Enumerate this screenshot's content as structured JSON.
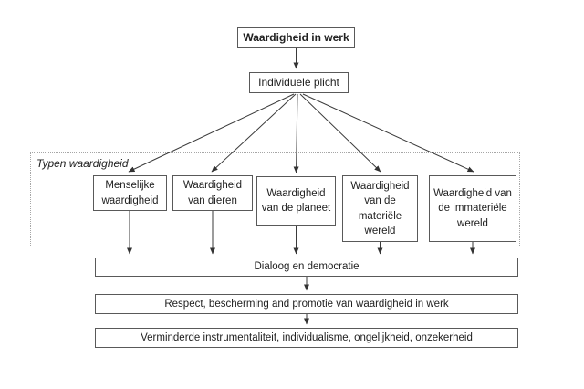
{
  "theme": {
    "background": "#ffffff",
    "box_border": "#595959",
    "group_border": "#a6a6a6",
    "arrow": "#3a3a3a",
    "text": "#212121"
  },
  "diagram": {
    "root_box": "Waardigheid in werk",
    "duty_box": "Individuele plicht",
    "group_label": "Typen waardigheid",
    "type_boxes": [
      "Menselijke waardigheid",
      "Waardigheid van dieren",
      "Waardigheid van de planeet",
      "Waardigheid van de materiële wereld",
      "Waardigheid van de immateriële wereld"
    ],
    "outcome_boxes": [
      "Dialoog en democratie",
      "Respect, bescherming and promotie van waardigheid in werk",
      "Verminderde instrumentaliteit, individualisme, ongelijkheid, onzekerheid"
    ]
  }
}
